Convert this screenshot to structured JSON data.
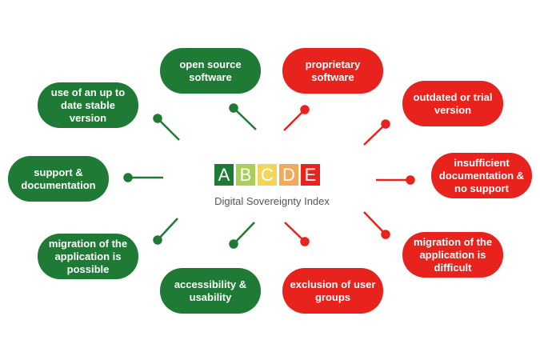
{
  "logo": {
    "letters": [
      {
        "char": "A",
        "color": "#1f7a35"
      },
      {
        "char": "B",
        "color": "#a9cf5a"
      },
      {
        "char": "C",
        "color": "#f3d55a"
      },
      {
        "char": "D",
        "color": "#f2a95a"
      },
      {
        "char": "E",
        "color": "#e8221d"
      }
    ],
    "subtitle": "Digital Sovereignty Index"
  },
  "colors": {
    "positive": "#1f7a35",
    "negative": "#e8221d"
  },
  "positive": {
    "open_source": "open source software",
    "up_to_date": "use of an up to date stable version",
    "support": "support & documentation",
    "migration": "migration of the application is possible",
    "accessibility": "accessibility & usability"
  },
  "negative": {
    "proprietary": "proprietary software",
    "outdated": "outdated or trial version",
    "insufficient": "insufficient documentation & no support",
    "migration": "migration of the application is difficult",
    "exclusion": "exclusion of user groups"
  }
}
